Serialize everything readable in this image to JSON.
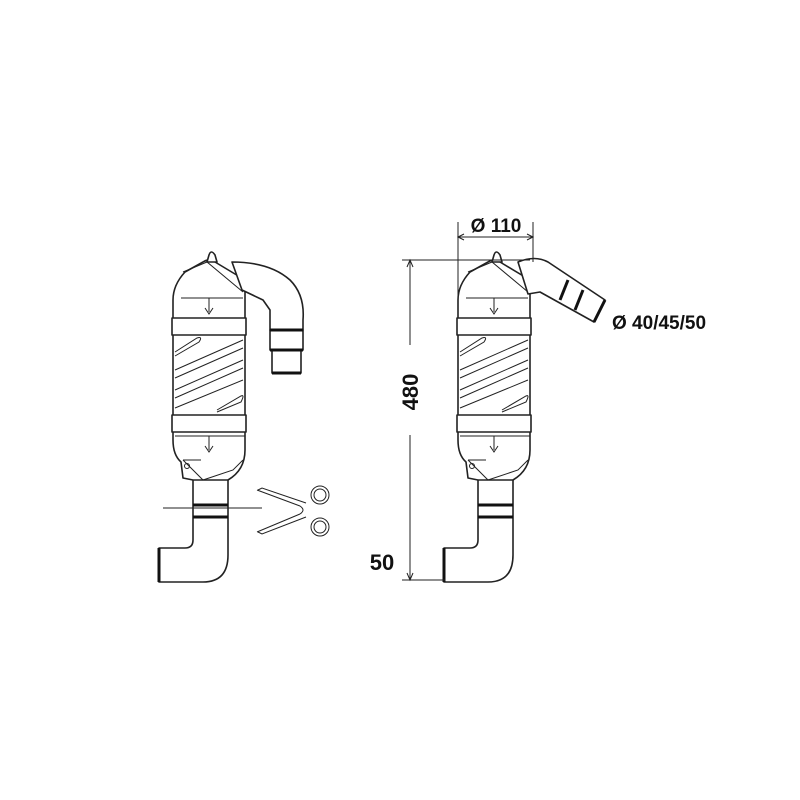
{
  "dimensions": {
    "body_diameter": "Ø 110",
    "hose_diameter": "Ø 40/45/50",
    "height": "480",
    "outlet_offset": "50"
  },
  "colors": {
    "line": "#222222",
    "background": "#ffffff"
  }
}
